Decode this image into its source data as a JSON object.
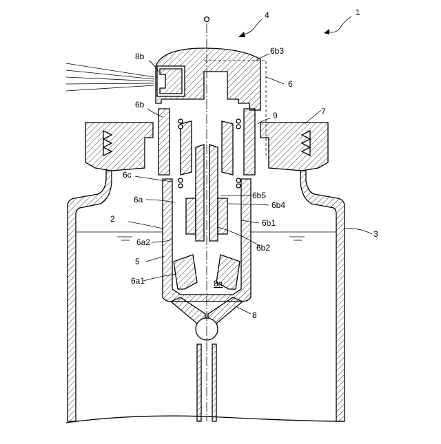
{
  "labels": {
    "l1": "1",
    "l2": "2",
    "l3": "3",
    "l4": "4",
    "l5": "5",
    "l6": "6",
    "l7": "7",
    "l8": "8",
    "l8a": "8a",
    "l8b": "8b",
    "l9": "9",
    "l6a": "6a",
    "l6a1": "6a1",
    "l6a2": "6a2",
    "l6b": "6b",
    "l6b1": "6b1",
    "l6b2": "6b2",
    "l6b3": "6b3",
    "l6b4": "6b4",
    "l6b5": "6b5",
    "l6c": "6c"
  }
}
